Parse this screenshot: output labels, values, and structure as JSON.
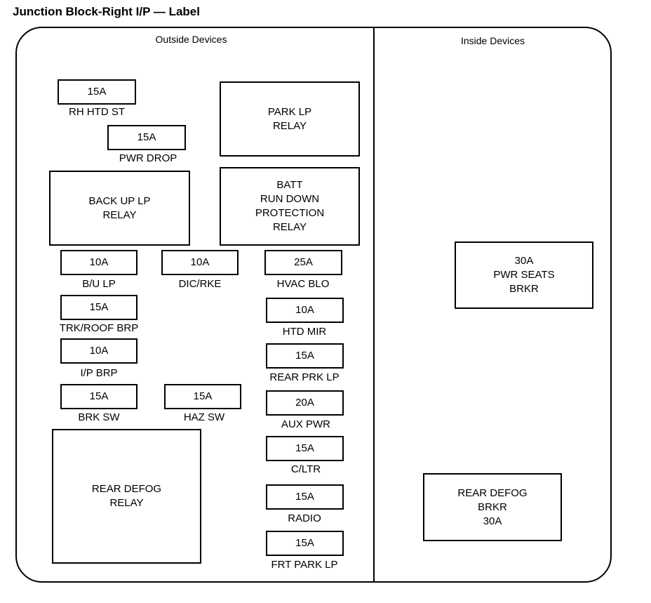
{
  "title": "Junction Block-Right I/P — Label",
  "headings": {
    "outside": "Outside Devices",
    "inside": "Inside Devices"
  },
  "fuses": [
    {
      "amp": "15A",
      "label": "RH HTD ST"
    },
    {
      "amp": "15A",
      "label": "PWR DROP"
    },
    {
      "amp": "10A",
      "label": "B/U LP"
    },
    {
      "amp": "10A",
      "label": "DIC/RKE"
    },
    {
      "amp": "25A",
      "label": "HVAC BLO"
    },
    {
      "amp": "15A",
      "label": "TRK/ROOF BRP"
    },
    {
      "amp": "10A",
      "label": "HTD MIR"
    },
    {
      "amp": "10A",
      "label": "I/P BRP"
    },
    {
      "amp": "15A",
      "label": "REAR PRK LP"
    },
    {
      "amp": "15A",
      "label": "BRK SW"
    },
    {
      "amp": "15A",
      "label": "HAZ SW"
    },
    {
      "amp": "20A",
      "label": "AUX PWR"
    },
    {
      "amp": "15A",
      "label": "C/LTR"
    },
    {
      "amp": "15A",
      "label": "RADIO"
    },
    {
      "amp": "15A",
      "label": "FRT PARK LP"
    }
  ],
  "relays": [
    {
      "text": "PARK LP\nRELAY"
    },
    {
      "text": "BACK UP LP\nRELAY"
    },
    {
      "text": "BATT\nRUN DOWN\nPROTECTION\nRELAY"
    },
    {
      "text": "REAR DEFOG\nRELAY"
    }
  ],
  "breakers": [
    {
      "text": "30A\nPWR SEATS\nBRKR"
    },
    {
      "text": "REAR DEFOG\nBRKR\n30A"
    }
  ]
}
